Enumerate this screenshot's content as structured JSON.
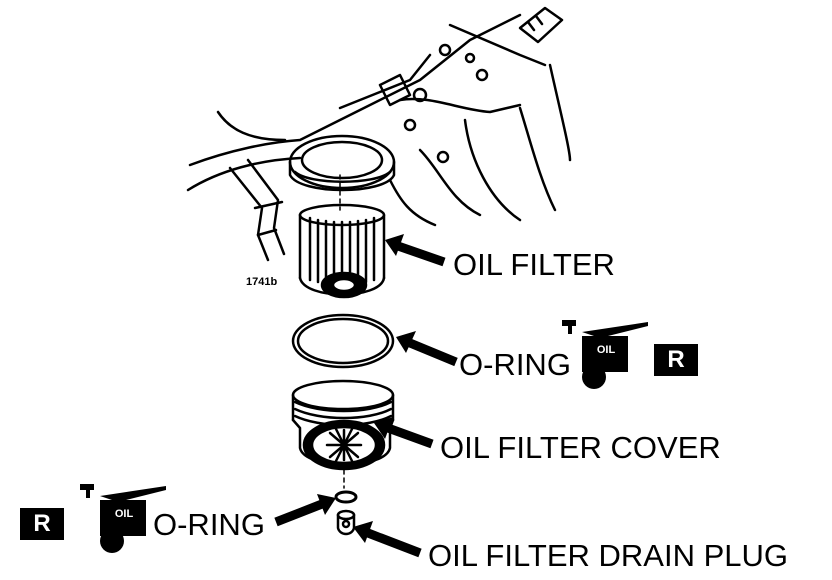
{
  "figure_code": "1741b",
  "labels": {
    "oil_filter": "OIL FILTER",
    "o_ring_upper": "O-RING",
    "oil_filter_cover": "OIL FILTER COVER",
    "o_ring_lower": "O-RING",
    "drain_plug": "OIL FILTER DRAIN PLUG"
  },
  "symbols": {
    "replace_mark": "R",
    "oil_mark": "OIL"
  }
}
